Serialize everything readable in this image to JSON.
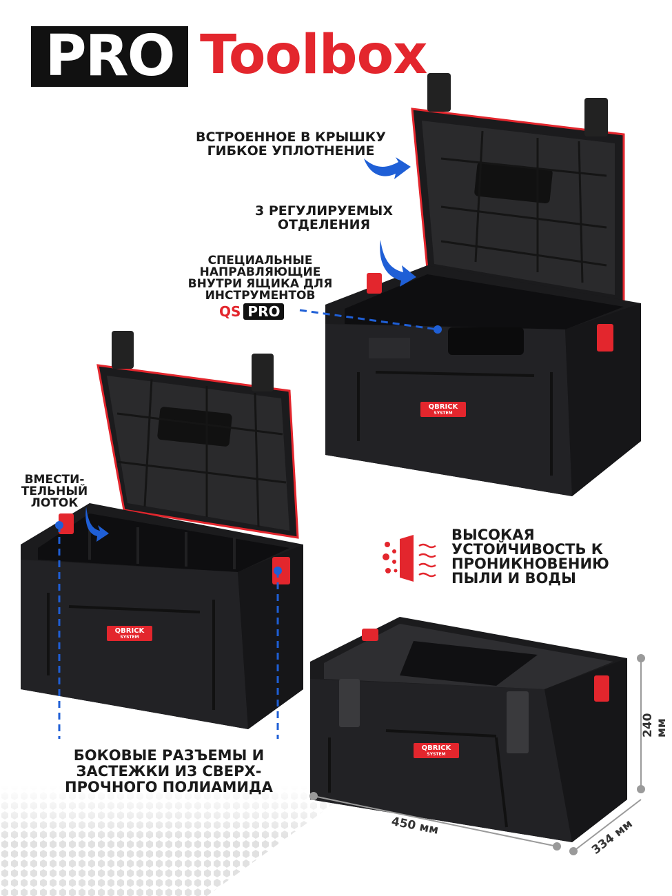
{
  "header": {
    "badge": "PRO",
    "title": "Toolbox"
  },
  "callouts": {
    "lid_seal": [
      "ВСТРОЕННОЕ В КРЫШКУ",
      "ГИБКОЕ УПЛОТНЕНИЕ"
    ],
    "compartments": [
      "3 РЕГУЛИРУЕМЫХ",
      "ОТДЕЛЕНИЯ"
    ],
    "guides": [
      "СПЕЦИАЛЬНЫЕ",
      "НАПРАВЛЯЮЩИЕ",
      "ВНУТРИ ЯЩИКА ДЛЯ",
      "ИНСТРУМЕНТОВ"
    ],
    "guides_brand_a": "QS",
    "guides_brand_b": "PRO",
    "tray": [
      "ВМЕСТИ-",
      "ТЕЛЬНЫЙ",
      "ЛОТОК"
    ],
    "resistance": [
      "ВЫСОКАЯ",
      "УСТОЙЧИВОСТЬ К",
      "ПРОНИКНОВЕНИЮ",
      "ПЫЛИ И ВОДЫ"
    ],
    "side_parts": [
      "БОКОВЫЕ РАЗЪЕМЫ И",
      "ЗАСТЕЖКИ ИЗ СВЕРХ-",
      "ПРОЧНОГО ПОЛИАМИДА"
    ]
  },
  "box_brand": {
    "name": "QBRICK",
    "sub": "SYSTEM"
  },
  "dimensions": {
    "width": "450 мм",
    "height": "240 мм",
    "depth": "334 мм"
  },
  "colors": {
    "accent_red": "#e3262d",
    "callout_blue": "#1f5fd6",
    "box_body": "#1b1b1d",
    "dimension_grey": "#9a9a9a"
  }
}
